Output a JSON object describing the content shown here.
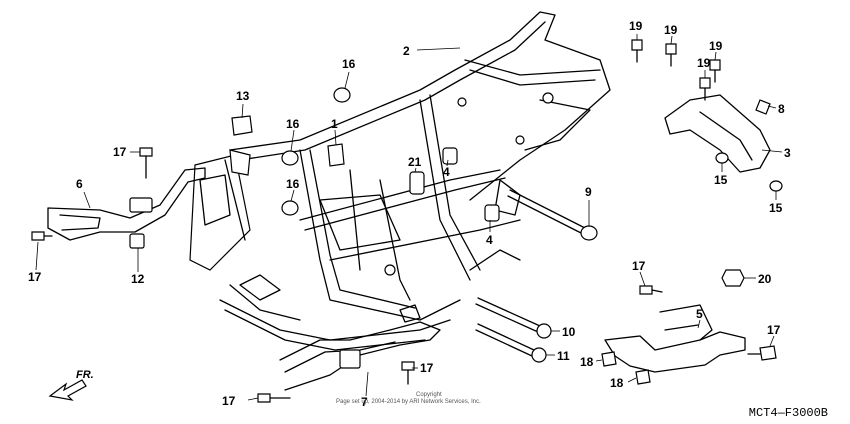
{
  "diagram": {
    "code": "MCT4—F3000B",
    "direction_label": "FR.",
    "copyright_line1": "Copyright",
    "copyright_line2": "Page set up, 2004-2014 by ARI Network Services, Inc.",
    "callouts": [
      {
        "id": "c2",
        "label": "2"
      },
      {
        "id": "c16a",
        "label": "16"
      },
      {
        "id": "c13",
        "label": "13"
      },
      {
        "id": "c16b",
        "label": "16"
      },
      {
        "id": "c1",
        "label": "1"
      },
      {
        "id": "c16c",
        "label": "16"
      },
      {
        "id": "c17a",
        "label": "17"
      },
      {
        "id": "c6",
        "label": "6"
      },
      {
        "id": "c17b",
        "label": "17"
      },
      {
        "id": "c12",
        "label": "12"
      },
      {
        "id": "c21",
        "label": "21"
      },
      {
        "id": "c4a",
        "label": "4"
      },
      {
        "id": "c4b",
        "label": "4"
      },
      {
        "id": "c9",
        "label": "9"
      },
      {
        "id": "c10",
        "label": "10"
      },
      {
        "id": "c11",
        "label": "11"
      },
      {
        "id": "c17c",
        "label": "17"
      },
      {
        "id": "c17d",
        "label": "17"
      },
      {
        "id": "c7",
        "label": "7"
      },
      {
        "id": "c19a",
        "label": "19"
      },
      {
        "id": "c19b",
        "label": "19"
      },
      {
        "id": "c19c",
        "label": "19"
      },
      {
        "id": "c19d",
        "label": "19"
      },
      {
        "id": "c8",
        "label": "8"
      },
      {
        "id": "c3",
        "label": "3"
      },
      {
        "id": "c15a",
        "label": "15"
      },
      {
        "id": "c15b",
        "label": "15"
      },
      {
        "id": "c17e",
        "label": "17"
      },
      {
        "id": "c20",
        "label": "20"
      },
      {
        "id": "c5",
        "label": "5"
      },
      {
        "id": "c17f",
        "label": "17"
      },
      {
        "id": "c18a",
        "label": "18"
      },
      {
        "id": "c18b",
        "label": "18"
      }
    ]
  }
}
